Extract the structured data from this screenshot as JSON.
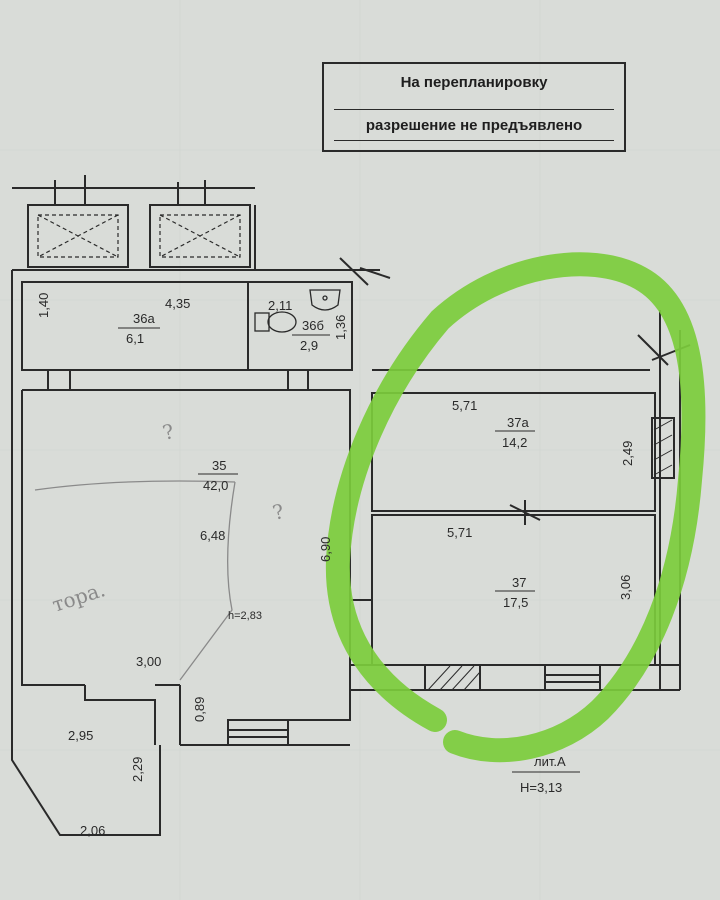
{
  "stamp": {
    "line1": "На перепланировку",
    "line2": "разрешение не предъявлено"
  },
  "rooms": {
    "r36a": {
      "number": "36а",
      "area": "6,1"
    },
    "r36b": {
      "number": "36б",
      "area": "2,9"
    },
    "r35": {
      "number": "35",
      "area": "42,0"
    },
    "r37a": {
      "number": "37а",
      "area": "14,2"
    },
    "r37": {
      "number": "37",
      "area": "17,5"
    }
  },
  "dimensions": {
    "d140": "1,40",
    "d435": "4,35",
    "d211": "2,11",
    "d136": "1,36",
    "d648": "6,48",
    "h283": "h=2,83",
    "d300": "3,00",
    "d089": "0,89",
    "d690": "6,90",
    "d571a": "5,71",
    "d571b": "5,71",
    "d249": "2,49",
    "d306": "3,06",
    "d295": "2,95",
    "d229": "2,29",
    "d206": "2,06"
  },
  "handwriting": {
    "q1": "?",
    "q2": "?",
    "note": "тора."
  },
  "footer": {
    "lit": "лит.А",
    "height": "Н=3,13"
  },
  "colors": {
    "paper": "#d9dcd8",
    "ink": "#2a2a2a",
    "highlight": "#7ccc3c"
  }
}
